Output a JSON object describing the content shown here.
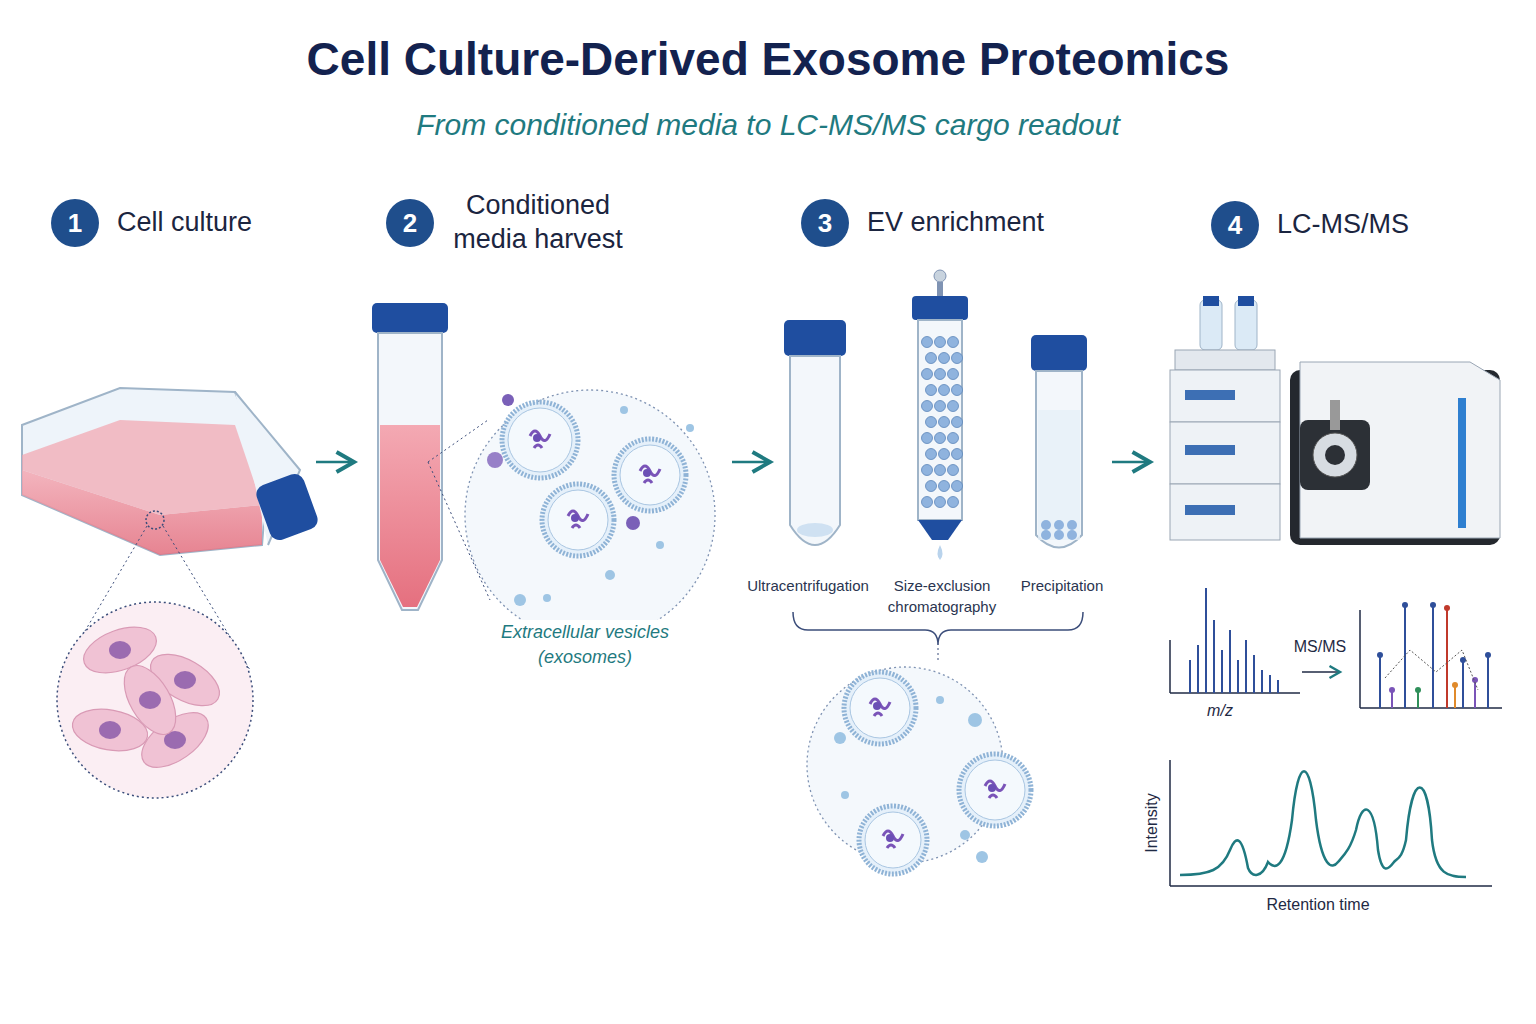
{
  "diagram": {
    "title": "Cell Culture-Derived Exosome Proteomics",
    "nodes": [
      {
        "text": [
          "1",
          "Cell culture"
        ]
      },
      {
        "text": [
          "2",
          "Conditioned media harvest"
        ]
      },
      {
        "text": [
          "3",
          "EV enrichment"
        ]
      },
      {
        "text": [
          "4",
          "LC-MS/MS"
        ]
      }
    ],
    "labels": [
      "From conditioned media to LC-MS/MS cargo readout",
      "Extracellular vesicles (exosomes)",
      "Ultracentrifugation",
      "Size-exclusion chromatography",
      "Precipitation",
      "m/z",
      "MS/MS",
      "Intensity",
      "Retention time"
    ]
  }
}
